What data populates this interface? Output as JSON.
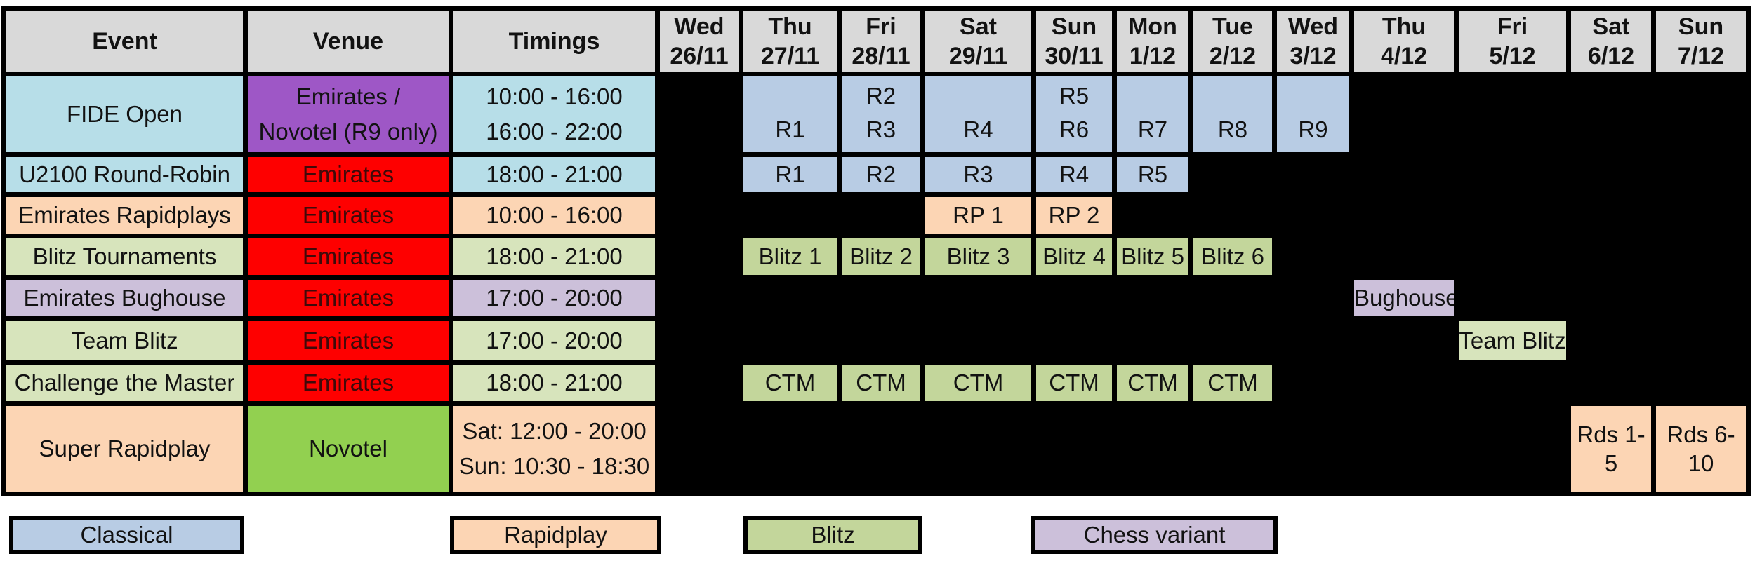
{
  "colors": {
    "grid_background": "#000000",
    "header_gray": "#d9d9d9",
    "classical_blue": "#b8cce4",
    "event_turquoise": "#b7dee8",
    "rapidplay_peach": "#fcd5b4",
    "blitz_green": "#c3d69b",
    "light_green": "#d7e4bc",
    "chess_variant_lavender": "#ccc0da",
    "venue_purple": "#9e57c6",
    "venue_red": "#fe0000",
    "novotel_green": "#92d050"
  },
  "table": {
    "header": {
      "event": "Event",
      "venue": "Venue",
      "timings": "Timings",
      "dates": [
        {
          "day": "Wed",
          "date": "26/11"
        },
        {
          "day": "Thu",
          "date": "27/11"
        },
        {
          "day": "Fri",
          "date": "28/11"
        },
        {
          "day": "Sat",
          "date": "29/11"
        },
        {
          "day": "Sun",
          "date": "30/11"
        },
        {
          "day": "Mon",
          "date": "1/12"
        },
        {
          "day": "Tue",
          "date": "2/12"
        },
        {
          "day": "Wed",
          "date": "3/12"
        },
        {
          "day": "Thu",
          "date": "4/12"
        },
        {
          "day": "Fri",
          "date": "5/12"
        },
        {
          "day": "Sat",
          "date": "6/12"
        },
        {
          "day": "Sun",
          "date": "7/12"
        }
      ]
    },
    "rows": [
      {
        "event": "FIDE Open",
        "venue": [
          "Emirates /",
          "Novotel (R9 only)"
        ],
        "timings": [
          "10:00 - 16:00",
          "16:00 - 22:00"
        ],
        "schedule": {
          "thu27": "R1",
          "fri28": [
            "R2",
            "R3"
          ],
          "sat29": "R4",
          "sun30": [
            "R5",
            "R6"
          ],
          "mon1": "R7",
          "tue2": "R8",
          "wed3": "R9"
        }
      },
      {
        "event": "U2100 Round-Robin",
        "venue": "Emirates",
        "timings": "18:00 - 21:00",
        "schedule": {
          "thu27": "R1",
          "fri28": "R2",
          "sat29": "R3",
          "sun30": "R4",
          "mon1": "R5"
        }
      },
      {
        "event": "Emirates Rapidplays",
        "venue": "Emirates",
        "timings": "10:00 - 16:00",
        "schedule": {
          "sat29": "RP 1",
          "sun30": "RP 2"
        }
      },
      {
        "event": "Blitz Tournaments",
        "venue": "Emirates",
        "timings": "18:00 - 21:00",
        "schedule": {
          "thu27": "Blitz 1",
          "fri28": "Blitz 2",
          "sat29": "Blitz 3",
          "sun30": "Blitz 4",
          "mon1": "Blitz 5",
          "tue2": "Blitz 6"
        }
      },
      {
        "event": "Emirates Bughouse",
        "venue": "Emirates",
        "timings": "17:00 - 20:00",
        "schedule": {
          "thu4": "Bughouse"
        }
      },
      {
        "event": "Team Blitz",
        "venue": "Emirates",
        "timings": "17:00 - 20:00",
        "schedule": {
          "fri5": "Team Blitz"
        }
      },
      {
        "event": "Challenge the Master",
        "venue": "Emirates",
        "timings": "18:00 - 21:00",
        "schedule": {
          "thu27": "CTM",
          "fri28": "CTM",
          "sat29": "CTM",
          "sun30": "CTM",
          "mon1": "CTM",
          "tue2": "CTM"
        }
      },
      {
        "event": "Super Rapidplay",
        "venue": "Novotel",
        "timings": [
          "Sat: 12:00 - 20:00",
          "Sun: 10:30 - 18:30"
        ],
        "schedule": {
          "sat6": "Rds 1-5",
          "sun7": "Rds 6-10"
        }
      }
    ]
  },
  "legend": [
    {
      "label": "Classical"
    },
    {
      "label": "Rapidplay"
    },
    {
      "label": "Blitz"
    },
    {
      "label": "Chess variant"
    }
  ]
}
